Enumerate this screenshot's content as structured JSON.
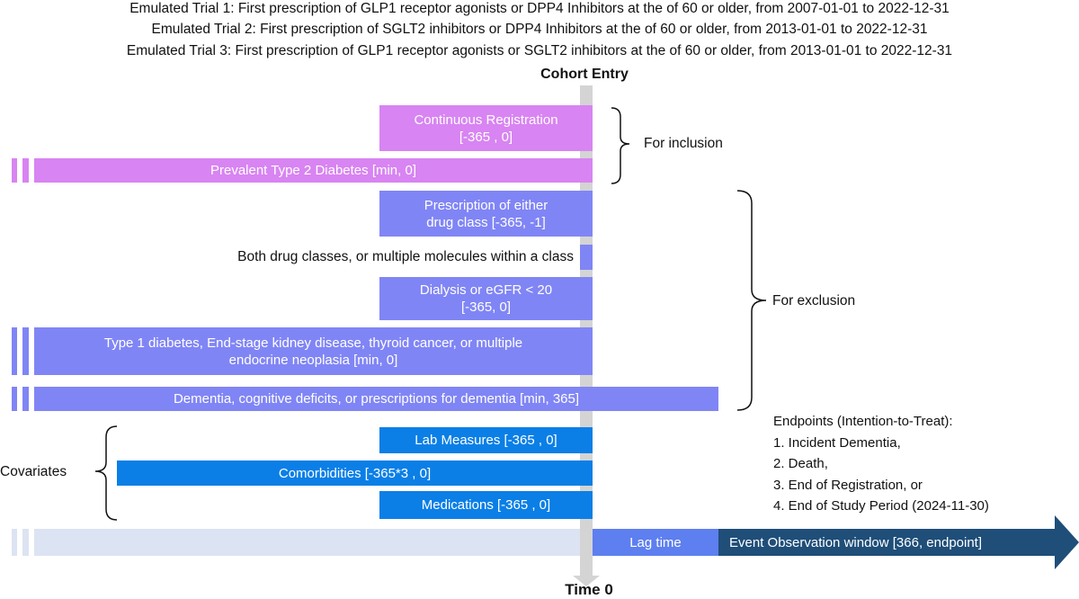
{
  "title_lines": [
    "Emulated Trial 1: First prescription of GLP1 receptor agonists or DPP4 Inhibitors at the of 60 or older, from 2007-01-01 to 2022-12-31",
    "Emulated Trial 2: First prescription of SGLT2 inhibitors or DPP4 Inhibitors at the of 60 or older, from 2013-01-01 to 2022-12-31",
    "Emulated Trial 3: First prescription of GLP1 receptor agonists or SGLT2 inhibitors at the of 60 or older, from 2013-01-01 to 2022-12-31"
  ],
  "cohort_entry_label": "Cohort Entry",
  "time_zero_label": "Time 0",
  "bars": {
    "continuous_registration": "Continuous Registration\n[-365 , 0]",
    "prevalent_t2d": "Prevalent Type 2 Diabetes [min, 0]",
    "prescription_either": "Prescription of either\ndrug class [-365, -1]",
    "dialysis_egfr": "Dialysis or eGFR < 20\n[-365, 0]",
    "type1_diabetes": "Type 1 diabetes, End-stage kidney disease, thyroid cancer, or multiple\nendocrine neoplasia [min, 0]",
    "dementia": "Dementia, cognitive deficits, or prescriptions for dementia [min, 365]",
    "lab_measures": "Lab Measures [-365 , 0]",
    "comorbidities": "Comorbidities [-365*3 , 0]",
    "medications": "Medications [-365 , 0]",
    "lag_time": "Lag time",
    "event_window": "Event Observation window [366, endpoint]"
  },
  "both_drug_classes_label": "Both drug classes, or multiple molecules within a class",
  "brace_labels": {
    "inclusion": "For inclusion",
    "exclusion": "For exclusion",
    "covariates": "Covariates"
  },
  "endpoints": {
    "title": "Endpoints (Intention-to-Treat):",
    "items": [
      "1. Incident Dementia,",
      "2. Death,",
      "3. End of Registration, or",
      "4. End of Study Period (2024-11-30)"
    ]
  },
  "colors": {
    "inclusion": "#d884f2",
    "exclusion": "#8085f5",
    "covariates": "#0b7fe6",
    "lag": "#5e7ff0",
    "event": "#1f4e79",
    "timeline": "#dce3f2",
    "axis": "#d4d4d4"
  }
}
